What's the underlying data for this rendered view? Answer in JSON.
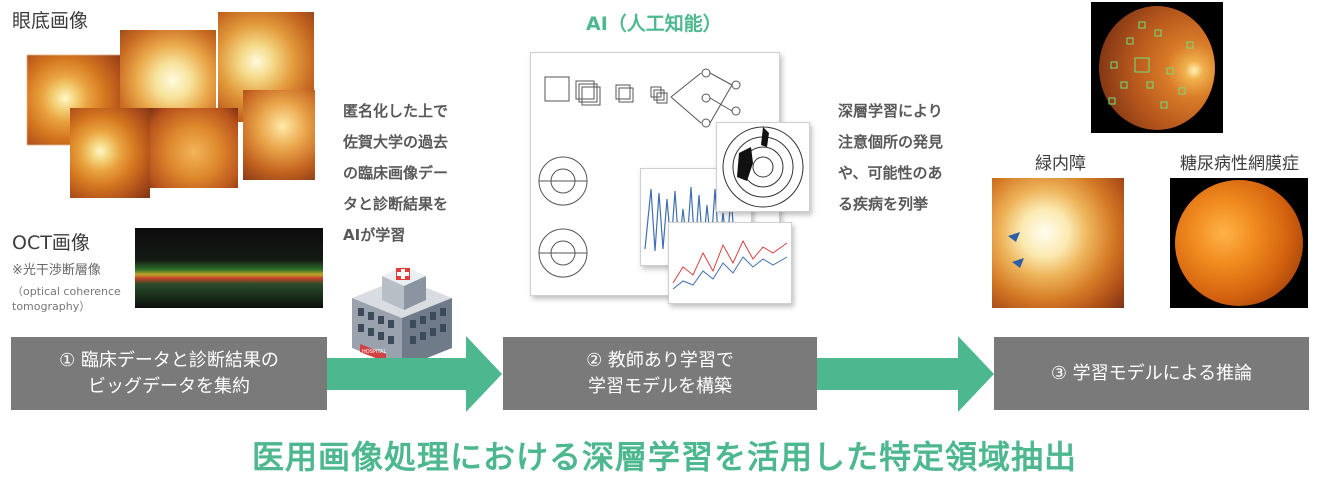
{
  "left": {
    "fundus_label": "眼底画像",
    "oct_label": "OCT画像",
    "oct_note": "※光干渉断層像",
    "oct_note_en": "（optical coherence\ntomography）"
  },
  "notes": {
    "note1": "匿名化した上で\n佐賀大学の過去\nの臨床画像デー\nタと診断結果を\nAIが学習",
    "note2": "深層学習により\n注意個所の発見\nや、可能性のあ\nる疾病を列挙"
  },
  "ai_title": "AI（人工知能）",
  "right": {
    "label1": "緑内障",
    "label2": "糖尿病性網膜症"
  },
  "steps": [
    {
      "label": "① 臨床データと診断結果の\nビッグデータを集約"
    },
    {
      "label": "② 教師あり学習で\n学習モデルを構築"
    },
    {
      "label": "③ 学習モデルによる推論"
    }
  ],
  "headline": "医用画像処理における深層学習を活用した特定領域抽出",
  "building_sign": "HOSPITAL",
  "colors": {
    "accent": "#4db88f",
    "box": "#7a7a7a"
  }
}
